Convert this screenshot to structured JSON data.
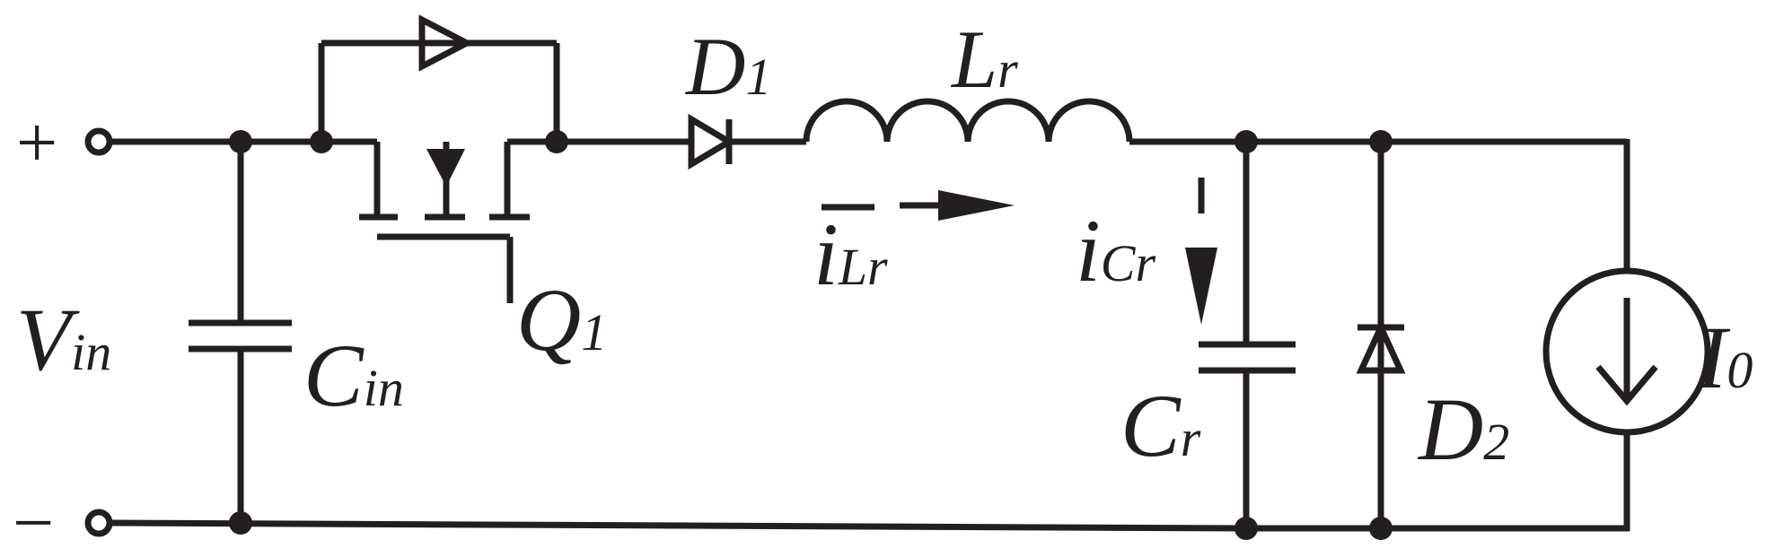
{
  "terminals": {
    "plus": "+",
    "minus": "−"
  },
  "labels": {
    "vin_main": "V",
    "vin_sub": "in",
    "cin_main": "C",
    "cin_sub": "in",
    "q1_main": "Q",
    "q1_sub": "1",
    "d1_main": "D",
    "d1_sub": "1",
    "lr_main": "L",
    "lr_sub": "r",
    "ilr_main": "i",
    "ilr_sub": "Lr",
    "icr_main": "i",
    "icr_sub": "Cr",
    "cr_main": "C",
    "cr_sub": "r",
    "d2_main": "D",
    "d2_sub": "2",
    "i0_main": "I",
    "i0_sub": "0"
  },
  "colors": {
    "ink": "#231f20",
    "background": "#ffffff"
  }
}
